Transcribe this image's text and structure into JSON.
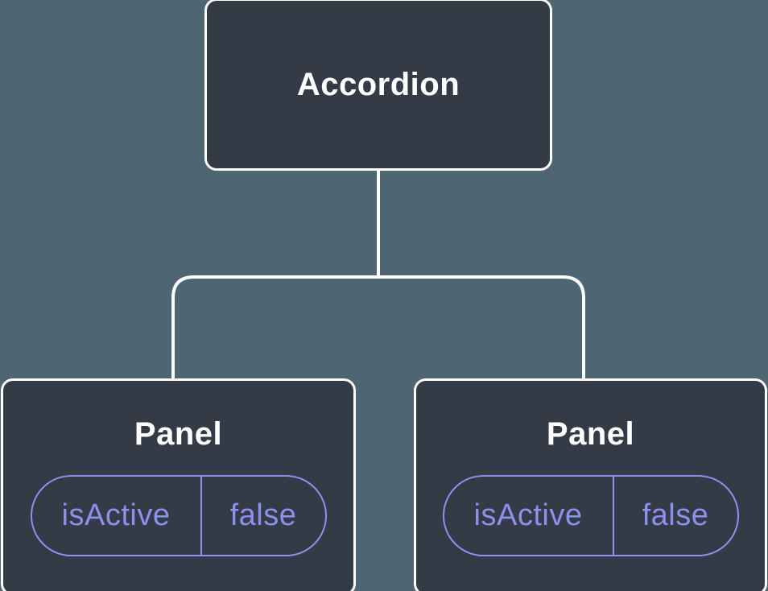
{
  "theme": {
    "background": "#4E6671",
    "node-fill": "#343A46",
    "node-border": "#FFFFFF",
    "connector": "#FFFFFF",
    "accent": "#8A92EC",
    "title-color": "#FFFFFF"
  },
  "tree": {
    "root": {
      "label": "Accordion"
    },
    "panels": [
      {
        "title": "Panel",
        "state": {
          "key": "isActive",
          "value": "false"
        }
      },
      {
        "title": "Panel",
        "state": {
          "key": "isActive",
          "value": "false"
        }
      }
    ]
  }
}
